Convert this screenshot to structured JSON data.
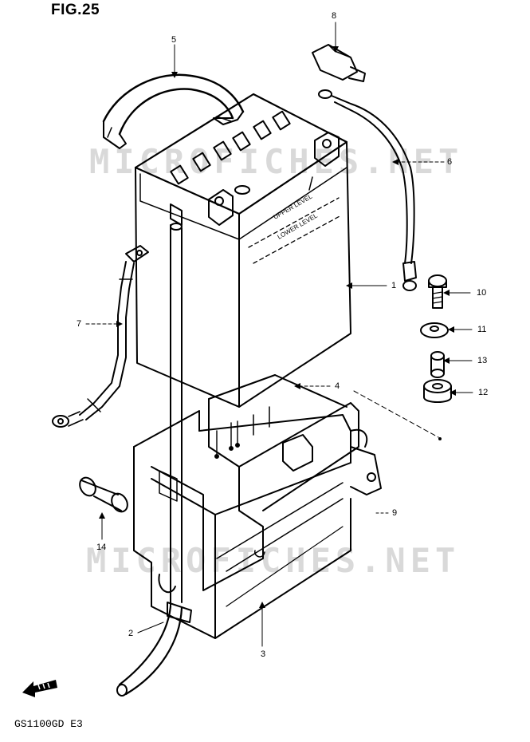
{
  "figure": {
    "title": "FIG.25",
    "model_code": "GS1100GD E3"
  },
  "watermarks": [
    "MICROFICHES.NET",
    "MICROFICHES.NET"
  ],
  "battery_labels": {
    "upper_level": "UPPER LEVEL",
    "lower_level": "LOWER LEVEL"
  },
  "callouts": [
    {
      "id": "1"
    },
    {
      "id": "2"
    },
    {
      "id": "3"
    },
    {
      "id": "4"
    },
    {
      "id": "5"
    },
    {
      "id": "6"
    },
    {
      "id": "7"
    },
    {
      "id": "8"
    },
    {
      "id": "9"
    },
    {
      "id": "10"
    },
    {
      "id": "11"
    },
    {
      "id": "12"
    },
    {
      "id": "13"
    },
    {
      "id": "14"
    }
  ],
  "front_arrow_icon": "front-direction-arrow-icon",
  "colors": {
    "ink": "#000000",
    "watermark": "#d9d9d9",
    "paper": "#ffffff"
  }
}
